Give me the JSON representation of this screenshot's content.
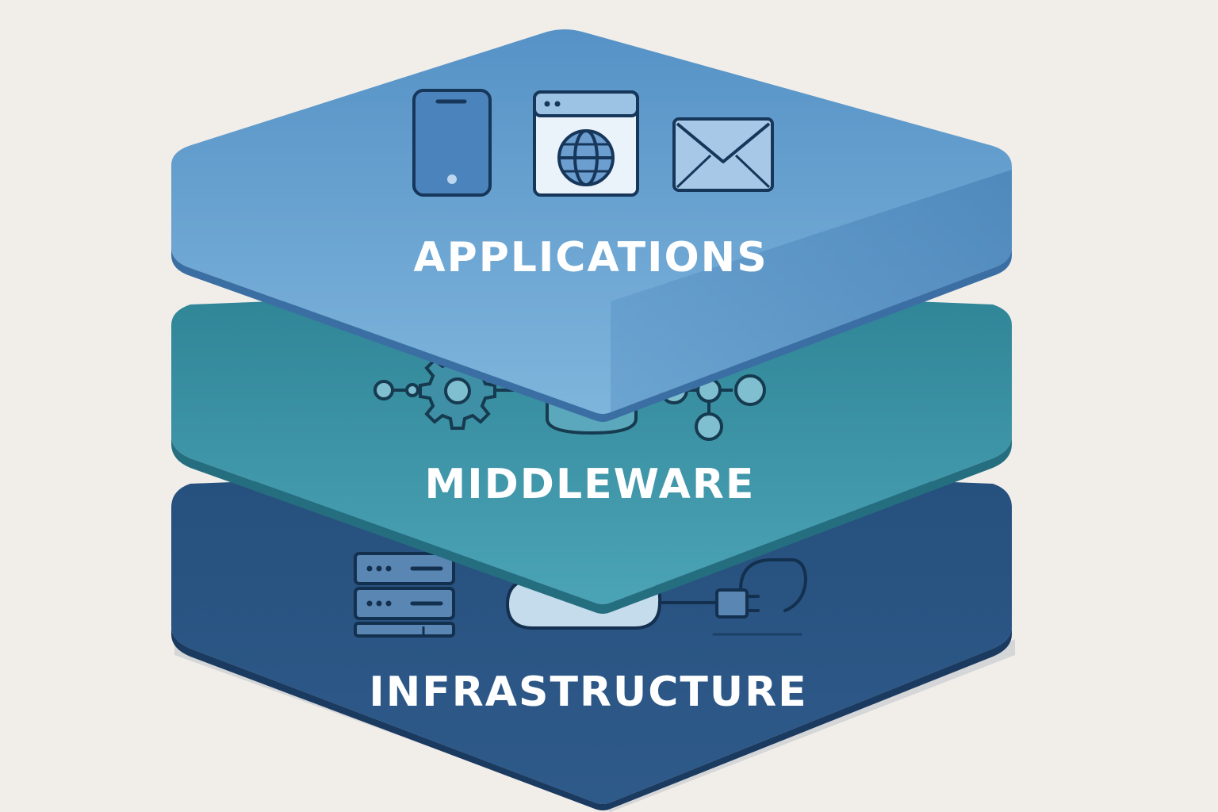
{
  "layers": [
    {
      "label": "APPLICATIONS",
      "icons": [
        "smartphone-icon",
        "browser-globe-icon",
        "envelope-icon"
      ],
      "colors": {
        "top": "#5d9acb",
        "side": "#3f77ad"
      }
    },
    {
      "label": "MIDDLEWARE",
      "icons": [
        "gear-connector-icon",
        "database-icon",
        "node-network-icon"
      ],
      "colors": {
        "top": "#3d97a9",
        "side": "#2c7a8d"
      }
    },
    {
      "label": "INFRASTRUCTURE",
      "icons": [
        "server-rack-icon",
        "cloud-icon",
        "network-plug-icon"
      ],
      "colors": {
        "top": "#2d5785",
        "side": "#1f416a"
      }
    }
  ],
  "background_color": "#f1eeea"
}
